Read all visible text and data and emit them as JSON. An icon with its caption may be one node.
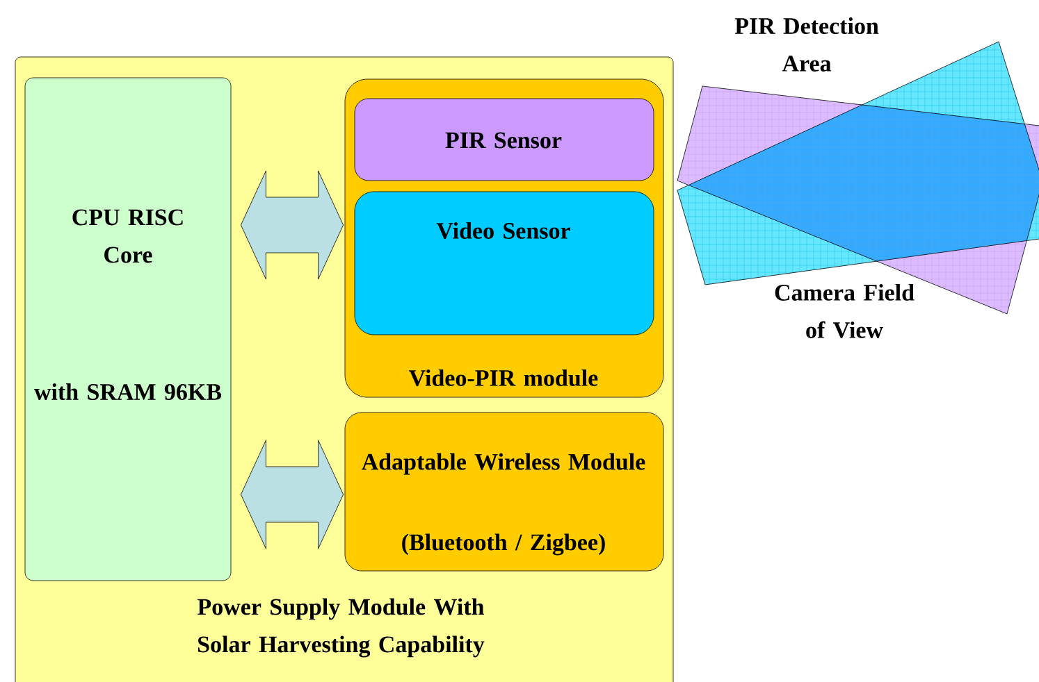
{
  "diagram": {
    "nodes": [
      {
        "text": [
          "Power Supply Module With Solar Harvesting Capability"
        ]
      },
      {
        "text": [
          "CPU RISC Core",
          "with SRAM 96KB"
        ],
        "in": 0
      },
      {
        "text": [
          "Video-PIR module"
        ],
        "in": 0
      },
      {
        "text": [
          "PIR Sensor"
        ],
        "in": 2
      },
      {
        "text": [
          "Video Sensor"
        ],
        "in": 2
      },
      {
        "text": [
          "Adaptable Wireless Module",
          "(Bluetooth / Zigbee)"
        ],
        "in": 0
      }
    ],
    "edges": [
      {
        "from": 1,
        "to": 2,
        "arrow": "both"
      },
      {
        "from": 1,
        "to": 5,
        "arrow": "both"
      }
    ],
    "labels": [
      "PIR Detection Area",
      "Camera Field of View"
    ]
  }
}
